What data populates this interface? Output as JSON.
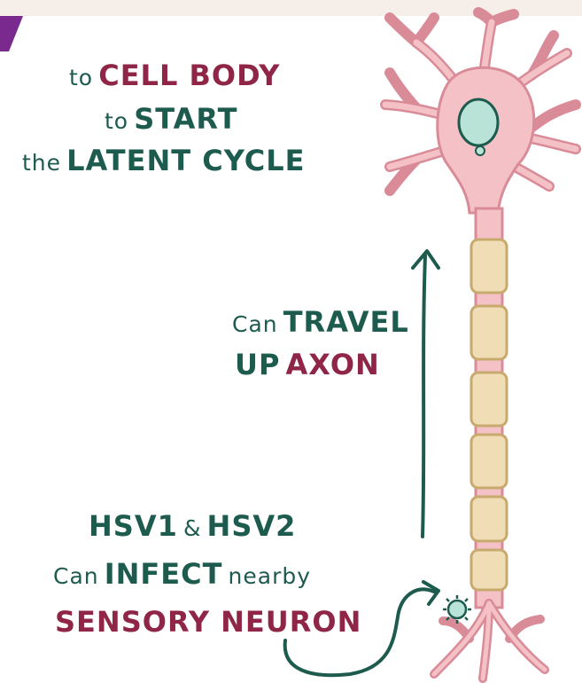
{
  "colors": {
    "text_green": "#1e5b4f",
    "text_red": "#8f2547",
    "neuron_fill": "#f4c2c6",
    "neuron_stroke": "#d98c98",
    "myelin_fill": "#f1ddb5",
    "myelin_stroke": "#c8a96e",
    "nucleus_fill": "#b9e3d7",
    "accent_purple": "#7a2a8f"
  },
  "top_text": {
    "line1": {
      "prefix": "to",
      "highlight": "CELL BODY"
    },
    "line2": {
      "prefix": "to",
      "highlight": "START"
    },
    "line3": {
      "prefix": "the",
      "highlight": "LATENT CYCLE"
    }
  },
  "middle_text": {
    "line1": {
      "prefix": "Can",
      "highlight": "TRAVEL"
    },
    "line2": {
      "prefix": "UP",
      "highlight": "AXON"
    }
  },
  "bottom_text": {
    "line1": {
      "a": "HSV1",
      "amp": "&",
      "b": "HSV2"
    },
    "line2": {
      "prefix": "Can",
      "highlight": "INFECT",
      "suffix": "nearby"
    },
    "line3": {
      "highlight": "SENSORY NEURON"
    }
  },
  "icons": {
    "travel_arrow": "up-arrow-icon",
    "infect_arrow": "curved-arrow-icon",
    "virus": "virus-icon"
  }
}
